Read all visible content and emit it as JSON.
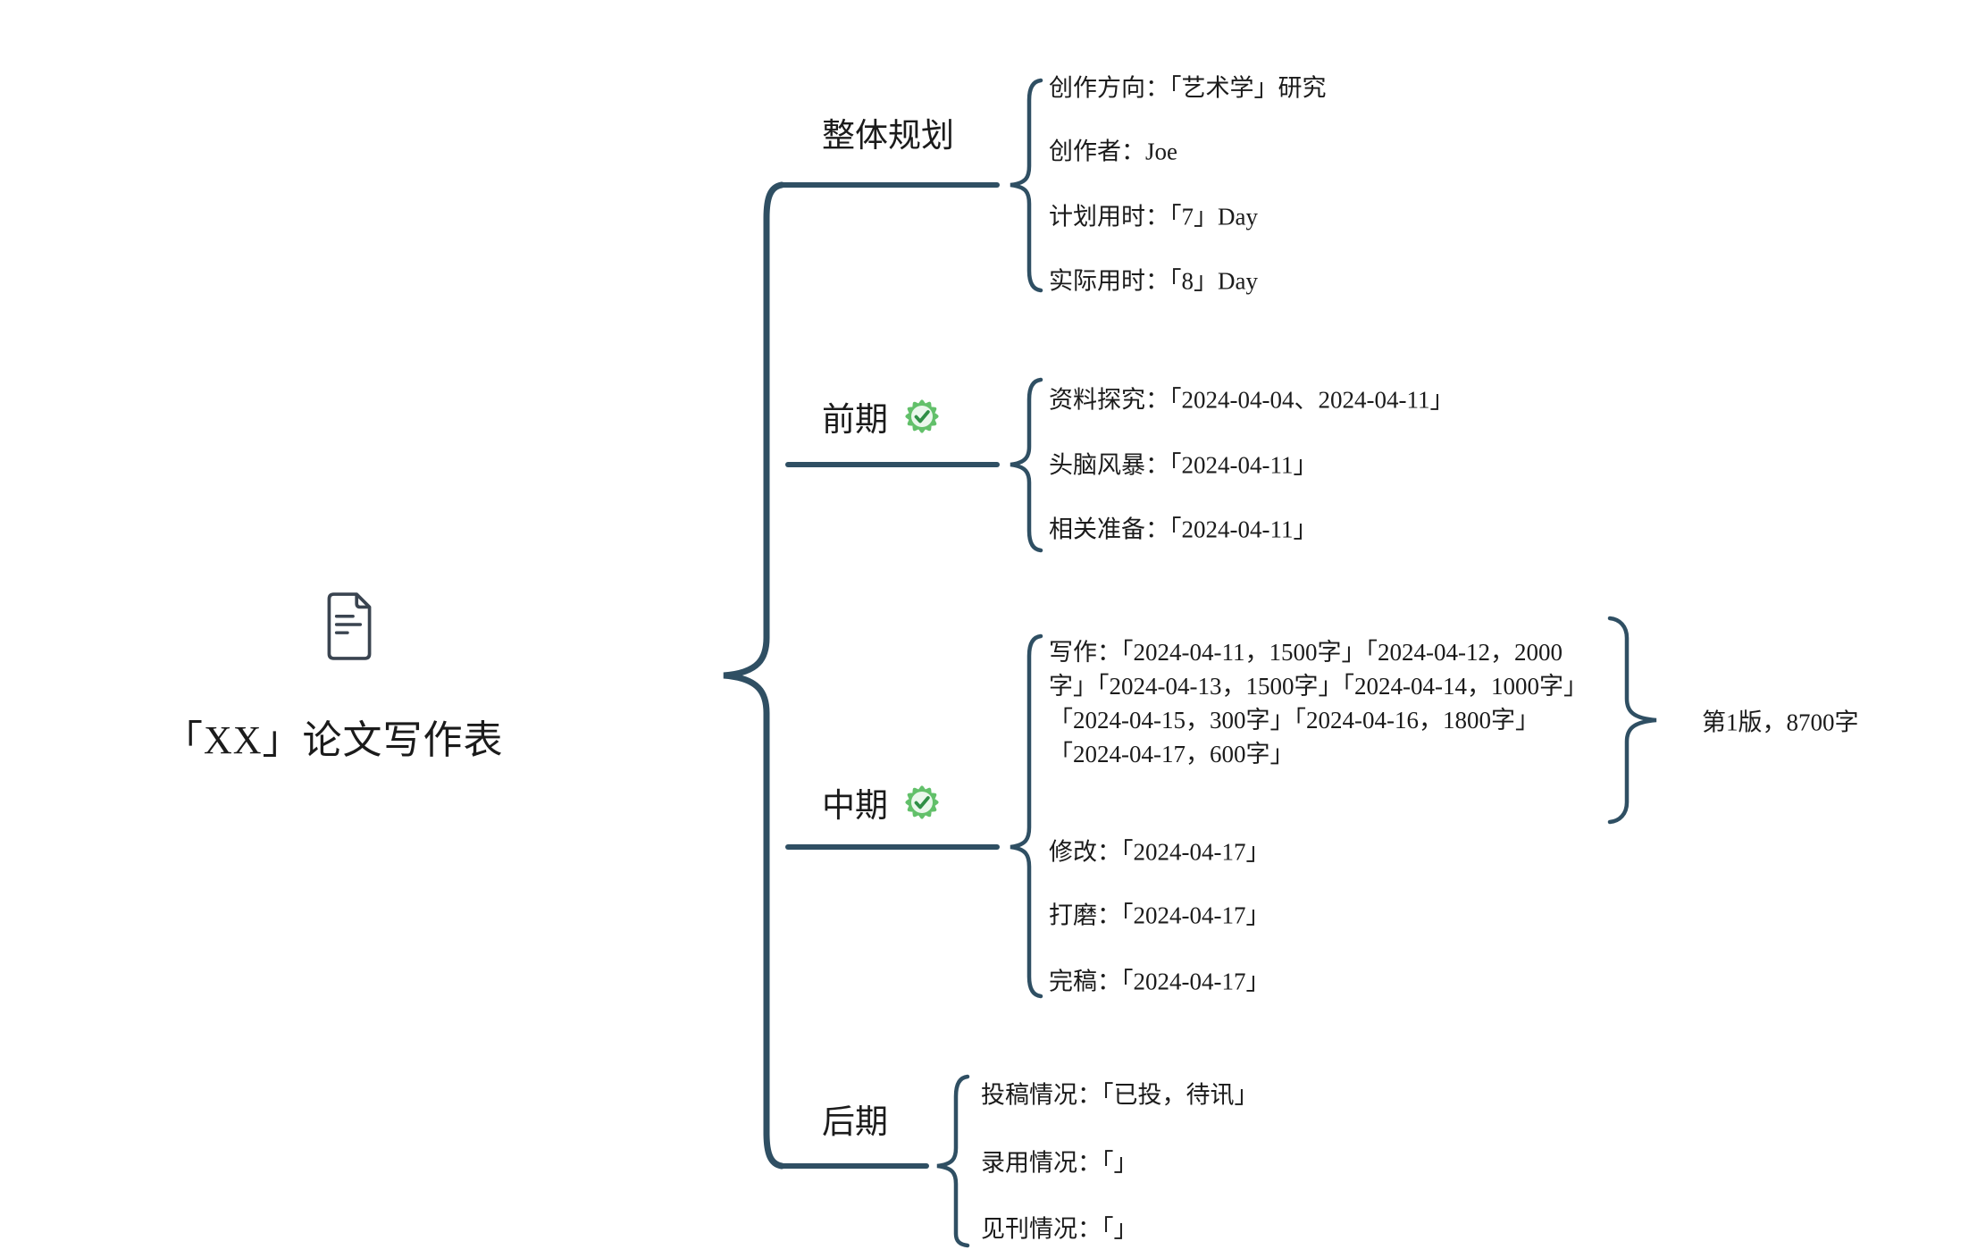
{
  "root": {
    "title": "「XX」论文写作表",
    "icon": "document-icon"
  },
  "branches": [
    {
      "label": "整体规划",
      "badge": null,
      "children": [
        {
          "text": "创作方向：「艺术学」研究"
        },
        {
          "text": "创作者：Joe"
        },
        {
          "text": "计划用时：「7」Day"
        },
        {
          "text": "实际用时：「8」Day"
        }
      ]
    },
    {
      "label": "前期",
      "badge": "check-seal",
      "children": [
        {
          "text": "资料探究：「2024-04-04、2024-04-11」"
        },
        {
          "text": "头脑风暴：「2024-04-11」"
        },
        {
          "text": "相关准备：「2024-04-11」"
        }
      ]
    },
    {
      "label": "中期",
      "badge": "check-seal",
      "children": [
        {
          "text": "写作：「2024-04-11，1500字」「2024-04-12，2000字」「2024-04-13，1500字」「2024-04-14，1000字」「2024-04-15，300字」「2024-04-16，1800字」「2024-04-17，600字」",
          "annotation": "第1版，8700字"
        },
        {
          "text": "修改：「2024-04-17」"
        },
        {
          "text": "打磨：「2024-04-17」"
        },
        {
          "text": "完稿：「2024-04-17」"
        }
      ]
    },
    {
      "label": "后期",
      "badge": null,
      "children": [
        {
          "text": "投稿情况：「已投，待讯」"
        },
        {
          "text": "录用情况：「」"
        },
        {
          "text": "见刊情况：「」"
        }
      ]
    }
  ],
  "colors": {
    "connector": "#2f4f63",
    "text": "#1b1b1b",
    "badge_green": "#62c06a",
    "badge_check": "#2f8f46"
  }
}
